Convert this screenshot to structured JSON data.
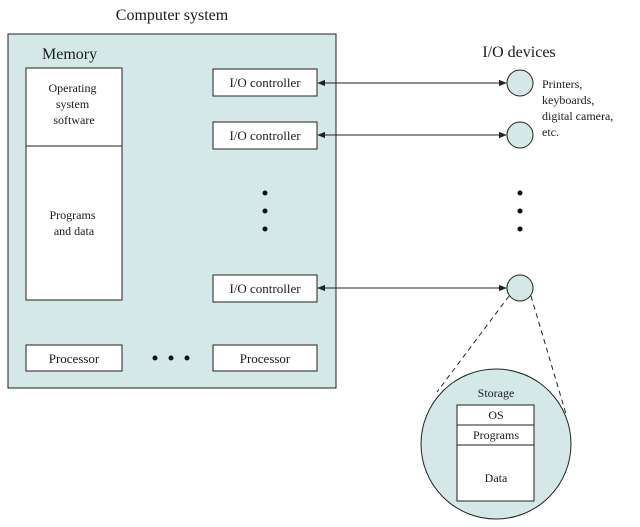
{
  "title": "Computer system",
  "memory": {
    "label": "Memory",
    "os_lines": [
      "Operating",
      "system",
      "software"
    ],
    "programs_lines": [
      "Programs",
      "and data"
    ]
  },
  "processors": [
    "Processor",
    "Processor"
  ],
  "io_controllers": [
    "I/O controller",
    "I/O controller",
    "I/O controller"
  ],
  "io_devices": {
    "label": "I/O devices",
    "examples": [
      "Printers,",
      "keyboards,",
      "digital camera,",
      "etc."
    ]
  },
  "storage": {
    "label": "Storage",
    "sections": [
      "OS",
      "Programs",
      "Data"
    ]
  }
}
